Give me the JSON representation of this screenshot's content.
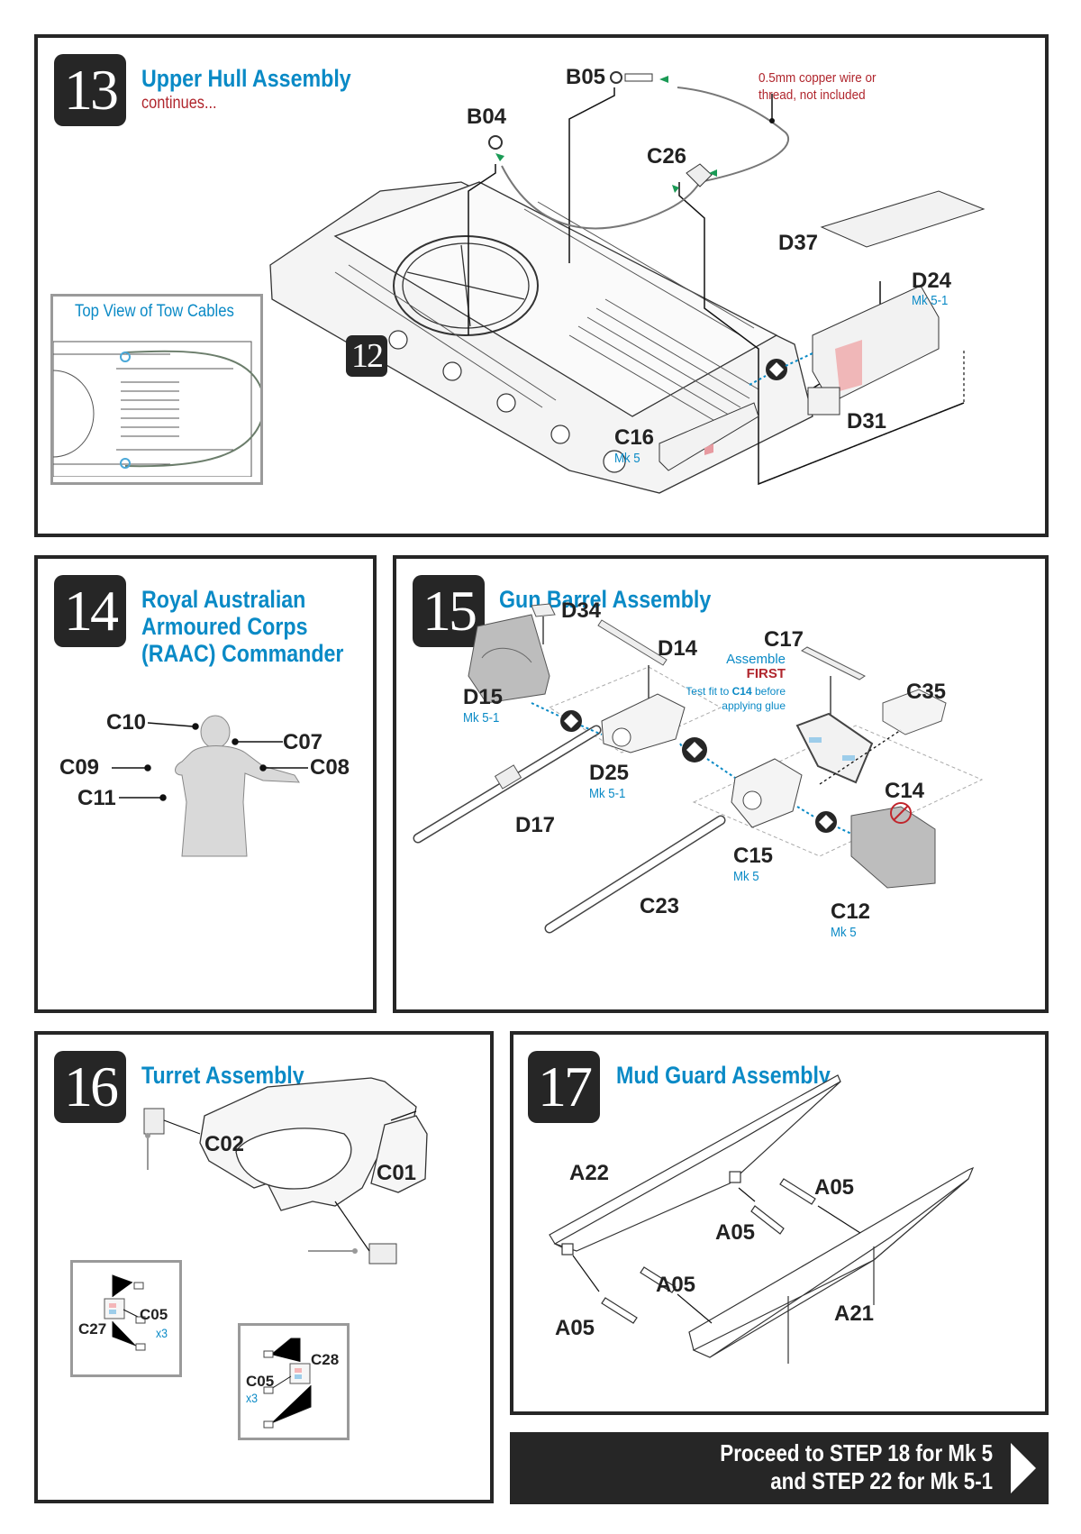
{
  "steps": [
    {
      "number": "13",
      "title": "Upper Hull Assembly",
      "subtitle": "continues...",
      "inset_title": "Top View of Tow Cables",
      "ref_step": "12",
      "note": "0.5mm copper wire or thread, not included",
      "note_line1": "0.5mm copper wire or",
      "note_line2": "thread, not included",
      "parts": [
        {
          "id": "B05"
        },
        {
          "id": "B04"
        },
        {
          "id": "C26"
        },
        {
          "id": "D37"
        },
        {
          "id": "D24",
          "variant": "Mk 5-1"
        },
        {
          "id": "D31"
        },
        {
          "id": "C16",
          "variant": "Mk 5"
        }
      ]
    },
    {
      "number": "14",
      "title_lines": [
        "Royal Australian",
        "Armoured Corps",
        "(RAAC) Commander"
      ],
      "parts": [
        {
          "id": "C10"
        },
        {
          "id": "C07"
        },
        {
          "id": "C09"
        },
        {
          "id": "C08"
        },
        {
          "id": "C11"
        }
      ]
    },
    {
      "number": "15",
      "title": "Gun Barrel Assembly",
      "parts": [
        {
          "id": "D34"
        },
        {
          "id": "D14"
        },
        {
          "id": "D15",
          "variant": "Mk 5-1"
        },
        {
          "id": "C17",
          "note1": "Assemble",
          "note2": "FIRST",
          "note3_pre": "Test fit to ",
          "note3_bold": "C14",
          "note3_post": " before",
          "note4": "applying glue"
        },
        {
          "id": "C35"
        },
        {
          "id": "D25",
          "variant": "Mk 5-1"
        },
        {
          "id": "C14",
          "icon": "no-glue-icon"
        },
        {
          "id": "D17"
        },
        {
          "id": "C15",
          "variant": "Mk 5"
        },
        {
          "id": "C23"
        },
        {
          "id": "C12",
          "variant": "Mk 5"
        }
      ]
    },
    {
      "number": "16",
      "title": "Turret Assembly",
      "parts": [
        {
          "id": "C02"
        },
        {
          "id": "C01"
        },
        {
          "id": "C05",
          "qty": "x3"
        },
        {
          "id": "C27"
        },
        {
          "id": "C28"
        },
        {
          "id": "C05",
          "qty": "x3"
        }
      ]
    },
    {
      "number": "17",
      "title": "Mud Guard Assembly",
      "parts": [
        {
          "id": "A22"
        },
        {
          "id": "A05"
        },
        {
          "id": "A05"
        },
        {
          "id": "A05"
        },
        {
          "id": "A05"
        },
        {
          "id": "A21"
        }
      ]
    }
  ],
  "footer": {
    "line1": "Proceed to STEP 18 for Mk 5",
    "line2": "and STEP 22 for Mk 5-1",
    "icon": "arrow-right-icon"
  },
  "colors": {
    "title_blue": "#0a8ac6",
    "note_red": "#b0262d",
    "panel_dark": "#262626",
    "arrow_green": "#1a9a55"
  }
}
